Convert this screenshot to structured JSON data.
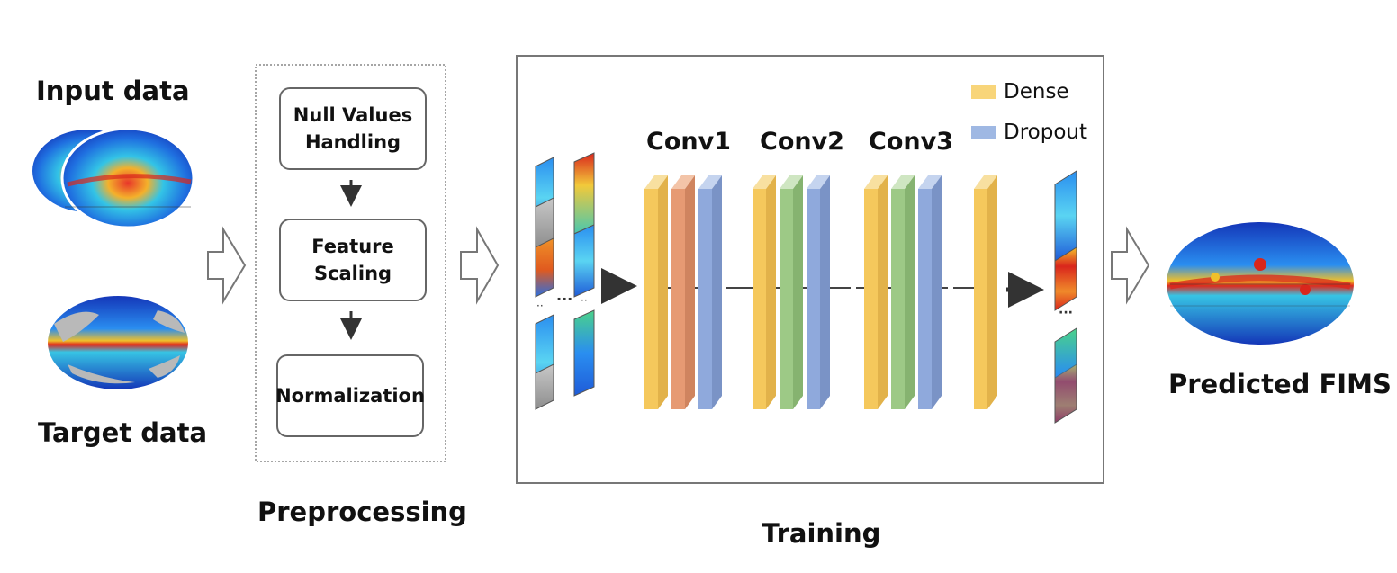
{
  "input": {
    "label": "Input data"
  },
  "target": {
    "label": "Target data"
  },
  "preprocessing": {
    "label": "Preprocessing",
    "steps": [
      "Null Values\nHandling",
      "Feature\nScaling",
      "Normalization"
    ]
  },
  "training": {
    "label": "Training",
    "groups": [
      "Conv1",
      "Conv2",
      "Conv3"
    ],
    "legend": [
      {
        "name": "Dense",
        "color": "#f8d57a"
      },
      {
        "name": "Dropout",
        "color": "#9fb8e3"
      }
    ]
  },
  "output": {
    "label": "Predicted FIMS"
  },
  "colors": {
    "dense": "#f5c85c",
    "conv_orange": "#e69a73",
    "conv_green": "#9dc986",
    "dropout": "#8fa9dc",
    "map_blue": "#1f5bd8",
    "map_red": "#d9261c"
  }
}
